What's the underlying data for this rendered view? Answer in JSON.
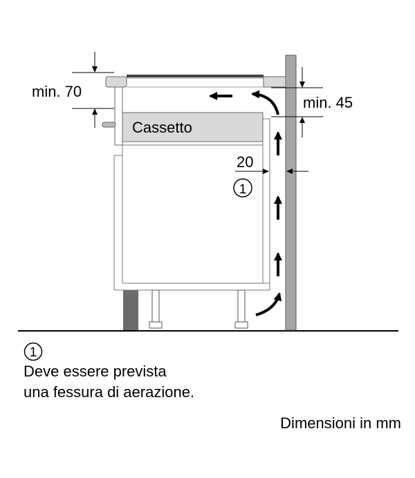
{
  "labels": {
    "min_top_left": "min. 70",
    "min_top_right": "min. 45",
    "drawer": "Cassetto",
    "gap": "20",
    "callout_number": "1"
  },
  "legend": {
    "number": "1",
    "line1": "Deve essere prevista",
    "line2": "una fessura di aerazione."
  },
  "units_note": "Dimensioni in mm"
}
